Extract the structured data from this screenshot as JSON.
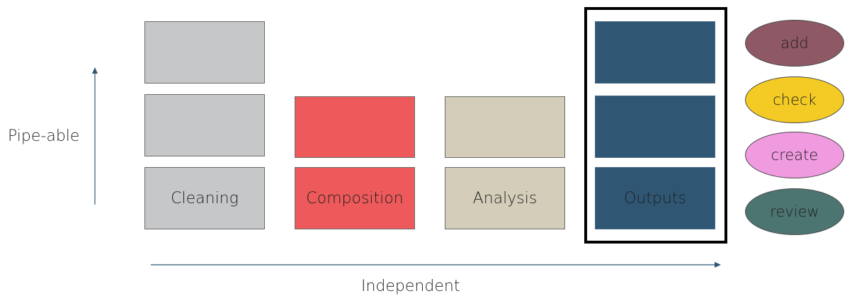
{
  "axes": {
    "y_label": "Pipe-able",
    "x_label": "Independent"
  },
  "stages": [
    {
      "label": "Cleaning",
      "color": "#c6c7c9"
    },
    {
      "label": "Composition",
      "color": "#ee5a5b"
    },
    {
      "label": "Analysis",
      "color": "#d3cdb9"
    },
    {
      "label": "Outputs",
      "color": "#2f5774"
    }
  ],
  "verbs": [
    {
      "label": "add",
      "color": "#8f5865"
    },
    {
      "label": "check",
      "color": "#f4cb24"
    },
    {
      "label": "create",
      "color": "#f09ae0"
    },
    {
      "label": "review",
      "color": "#4c7572"
    }
  ],
  "colors": {
    "arrow": "#2f5774",
    "highlight_border": "#000000"
  }
}
